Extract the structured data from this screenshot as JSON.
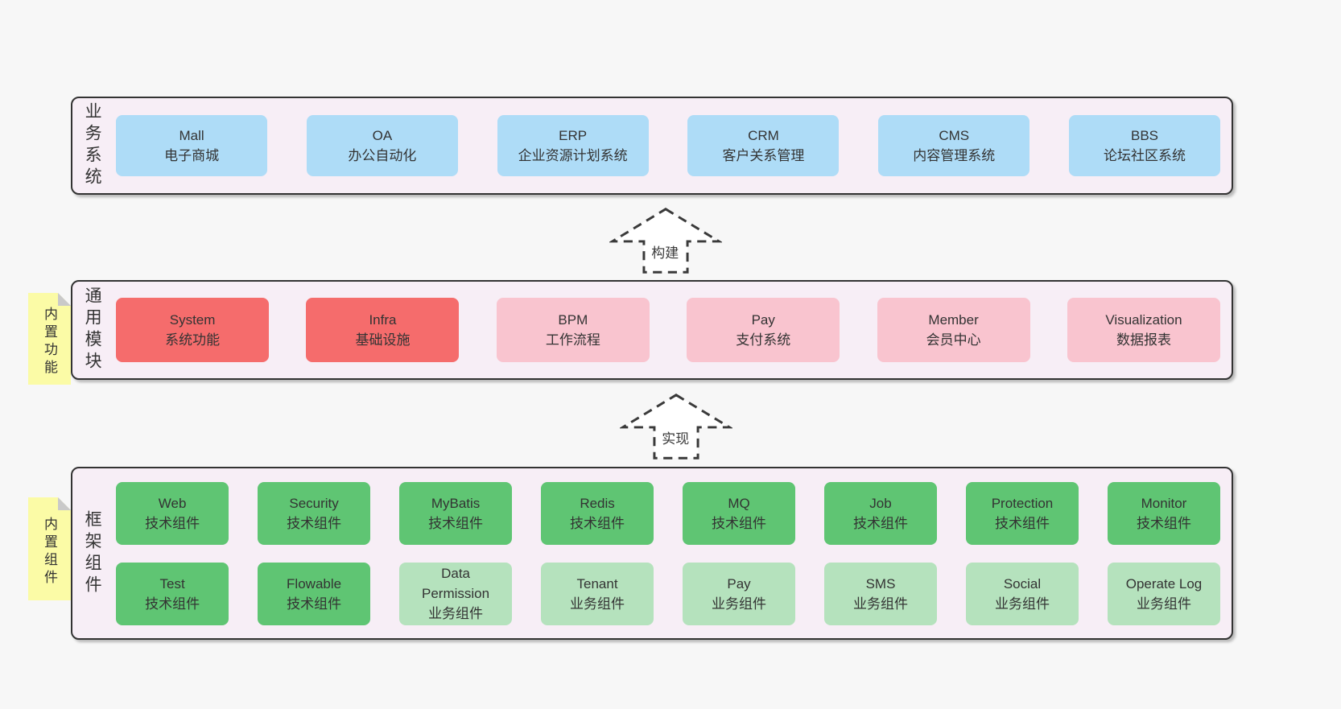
{
  "colors": {
    "page_bg": "#f7f7f7",
    "band_bg": "#f7eef6",
    "band_border": "#333333",
    "text": "#333333",
    "blue": "#aedcf7",
    "red": "#f56c6c",
    "pink": "#f9c4cf",
    "green_dark": "#5fc573",
    "green_light": "#b5e2bd",
    "yellow_note": "#fbfba6",
    "fold_gray": "#c9c9c9",
    "arrow_dash": "#3a3a3a",
    "arrow_fill": "#ffffff"
  },
  "bands": [
    {
      "label": "业务系统",
      "rows": [
        [
          {
            "name": "Mall",
            "subtitle": "电子商城",
            "color": "blue"
          },
          {
            "name": "OA",
            "subtitle": "办公自动化",
            "color": "blue"
          },
          {
            "name": "ERP",
            "subtitle": "企业资源计划系统",
            "color": "blue"
          },
          {
            "name": "CRM",
            "subtitle": "客户关系管理",
            "color": "blue"
          },
          {
            "name": "CMS",
            "subtitle": "内容管理系统",
            "color": "blue"
          },
          {
            "name": "BBS",
            "subtitle": "论坛社区系统",
            "color": "blue"
          }
        ]
      ]
    },
    {
      "label": "通用模块",
      "note": "内置功能",
      "rows": [
        [
          {
            "name": "System",
            "subtitle": "系统功能",
            "color": "red"
          },
          {
            "name": "Infra",
            "subtitle": "基础设施",
            "color": "red"
          },
          {
            "name": "BPM",
            "subtitle": "工作流程",
            "color": "pink"
          },
          {
            "name": "Pay",
            "subtitle": "支付系统",
            "color": "pink"
          },
          {
            "name": "Member",
            "subtitle": "会员中心",
            "color": "pink"
          },
          {
            "name": "Visualization",
            "subtitle": "数据报表",
            "color": "pink"
          }
        ]
      ]
    },
    {
      "label": "框架组件",
      "note": "内置组件",
      "rows": [
        [
          {
            "name": "Web",
            "subtitle": "技术组件",
            "color": "green_dark"
          },
          {
            "name": "Security",
            "subtitle": "技术组件",
            "color": "green_dark"
          },
          {
            "name": "MyBatis",
            "subtitle": "技术组件",
            "color": "green_dark"
          },
          {
            "name": "Redis",
            "subtitle": "技术组件",
            "color": "green_dark"
          },
          {
            "name": "MQ",
            "subtitle": "技术组件",
            "color": "green_dark"
          },
          {
            "name": "Job",
            "subtitle": "技术组件",
            "color": "green_dark"
          },
          {
            "name": "Protection",
            "subtitle": "技术组件",
            "color": "green_dark"
          },
          {
            "name": "Monitor",
            "subtitle": "技术组件",
            "color": "green_dark"
          }
        ],
        [
          {
            "name": "Test",
            "subtitle": "技术组件",
            "color": "green_dark"
          },
          {
            "name": "Flowable",
            "subtitle": "技术组件",
            "color": "green_dark"
          },
          {
            "name": "Data Permission",
            "subtitle": "业务组件",
            "color": "green_light"
          },
          {
            "name": "Tenant",
            "subtitle": "业务组件",
            "color": "green_light"
          },
          {
            "name": "Pay",
            "subtitle": "业务组件",
            "color": "green_light"
          },
          {
            "name": "SMS",
            "subtitle": "业务组件",
            "color": "green_light"
          },
          {
            "name": "Social",
            "subtitle": "业务组件",
            "color": "green_light"
          },
          {
            "name": "Operate Log",
            "subtitle": "业务组件",
            "color": "green_light"
          }
        ]
      ]
    }
  ],
  "arrows": [
    {
      "label": "构建"
    },
    {
      "label": "实现"
    }
  ]
}
